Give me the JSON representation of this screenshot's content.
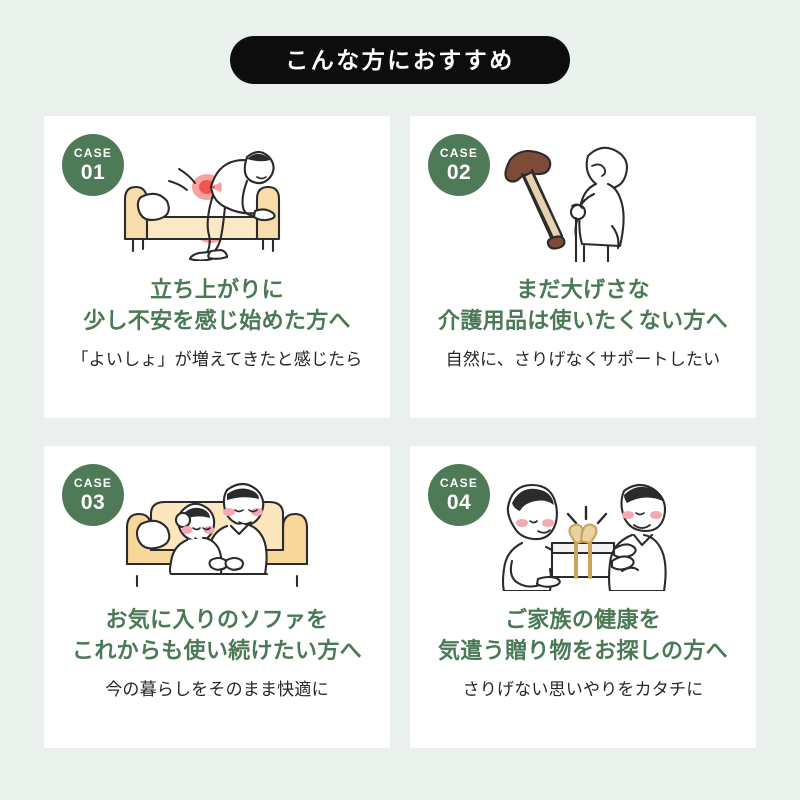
{
  "header": {
    "title": "こんな方におすすめ",
    "pill_background": "#0d0d0d",
    "pill_text_color": "#ffffff"
  },
  "theme": {
    "page_background": "#eaf0ec",
    "card_background": "#ffffff",
    "badge_green": "#4f7a58",
    "heading_green": "#4a7a55",
    "sub_text_color": "#262626",
    "sofa_yellow": "#f6d9a0",
    "pain_red": "#ef4b4b",
    "cane_brown": "#7a4b3a",
    "blush_pink": "#f2a9b4",
    "ribbon_gold": "#c9a45c"
  },
  "cards": [
    {
      "badge_label": "CASE",
      "badge_number": "01",
      "illustration": "person-standing-up-from-sofa-with-back-pain",
      "heading_line1": "立ち上がりに",
      "heading_line2": "少し不安を感じ始めた方へ",
      "subtext": "「よいしょ」が増えてきたと感じたら"
    },
    {
      "badge_label": "CASE",
      "badge_number": "02",
      "illustration": "elderly-person-with-walking-cane",
      "heading_line1": "まだ大げさな",
      "heading_line2": "介護用品は使いたくない方へ",
      "subtext": "自然に、さりげなくサポートしたい"
    },
    {
      "badge_label": "CASE",
      "badge_number": "03",
      "illustration": "elderly-couple-sitting-on-sofa",
      "heading_line1": "お気に入りのソファを",
      "heading_line2": "これからも使い続けたい方へ",
      "subtext": "今の暮らしをそのまま快適に"
    },
    {
      "badge_label": "CASE",
      "badge_number": "04",
      "illustration": "couple-exchanging-gift-box",
      "heading_line1": "ご家族の健康を",
      "heading_line2": "気遣う贈り物をお探しの方へ",
      "subtext": "さりげない思いやりをカタチに"
    }
  ]
}
